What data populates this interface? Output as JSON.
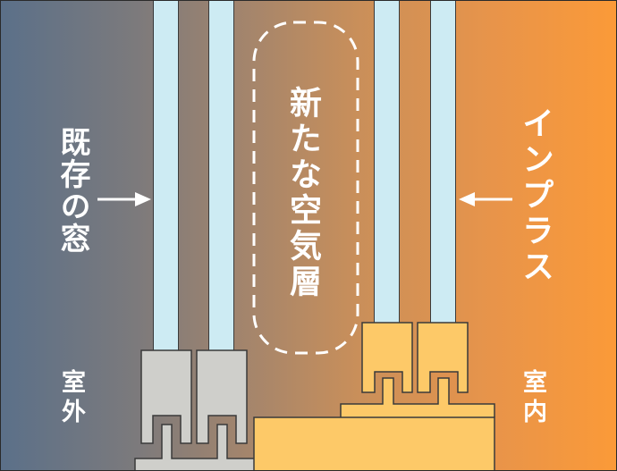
{
  "diagram": {
    "title": "Inner window (インプラス) installation creating a new air layer",
    "labels": {
      "existing_window": "既存の窓",
      "new_air_layer": "新たな空気層",
      "inplus": "インプラス",
      "outdoor": "室外",
      "indoor": "室内"
    },
    "colors": {
      "outdoor_side": "#5b7089",
      "indoor_side": "#fb9a38",
      "glass": "#cdebf3",
      "existing_frame": "#cfcfcb",
      "inplus_frame": "#fdc968",
      "outline": "#3a3a3a",
      "text": "#ffffff"
    },
    "icons": {
      "left_arrow": "arrow-right-icon",
      "right_arrow": "arrow-left-icon"
    }
  }
}
